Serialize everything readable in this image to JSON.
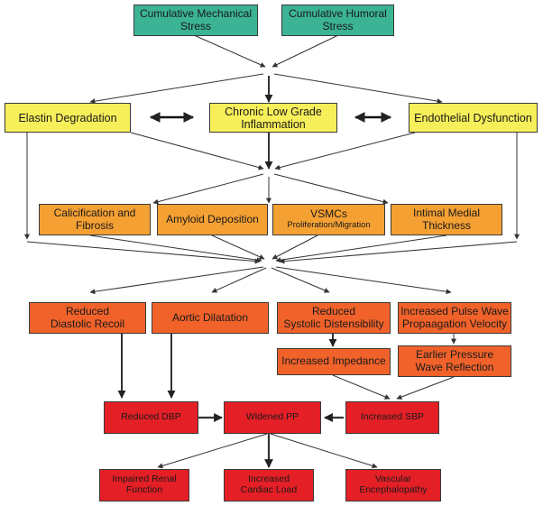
{
  "nodes": {
    "mech_stress": "Cumulative Mechanical\nStress",
    "humoral_stress": "Cumulative Humoral\nStress",
    "elastin": "Elastin Degradation",
    "inflammation": "Chronic Low Grade\nInflammation",
    "endothelial": "Endothelial Dysfunction",
    "calcification": "Calicification and\nFibrosis",
    "amyloid": "Amyloid Deposition",
    "vsmcs": "VSMCs",
    "vsmcs_sub": "Proliferation/Migration",
    "intimal": "Intimal Medial\nThickness",
    "diastolic_recoil": "Reduced\nDiastolic Recoil",
    "aortic_dilatation": "Aortic Dilatation",
    "systolic_distensibility": "Reduced\nSystolic Distensibility",
    "pulse_wave": "Increased Pulse Wave\nPropaagation Velocity",
    "impedance": "Increased Impedance",
    "earlier_reflection": "Earlier Pressure\nWave Reflection",
    "reduced_dbp": "Reduced DBP",
    "widened_pp": "Widened PP",
    "increased_sbp": "Increased SBP",
    "renal": "Impaired Renal\nFunction",
    "cardiac": "Increased\nCardiac Load",
    "encephalopathy": "Vascular\nEncephalopathy"
  },
  "colors": {
    "green": "#3bb394",
    "yellow": "#f7ef5a",
    "orange": "#f5a033",
    "dark_orange": "#f0622a",
    "red": "#e41f26",
    "line": "#333333"
  }
}
